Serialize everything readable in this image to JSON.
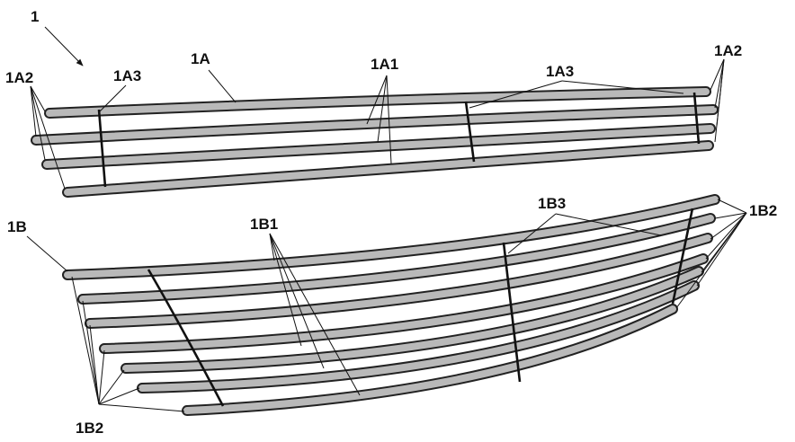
{
  "figure": {
    "labels": {
      "assembly": "1",
      "upper": "1A",
      "upper_rods": "1A1",
      "upper_ends_left": "1A2",
      "upper_ends_right": "1A2",
      "upper_ties_left": "1A3",
      "upper_ties_right": "1A3",
      "lower": "1B",
      "lower_rods": "1B1",
      "lower_ends_right": "1B2",
      "lower_ends_bottom": "1B2",
      "lower_ties": "1B3"
    },
    "upper_grille": {
      "rod_count": 4
    },
    "lower_grille": {
      "rod_count": 7
    }
  }
}
